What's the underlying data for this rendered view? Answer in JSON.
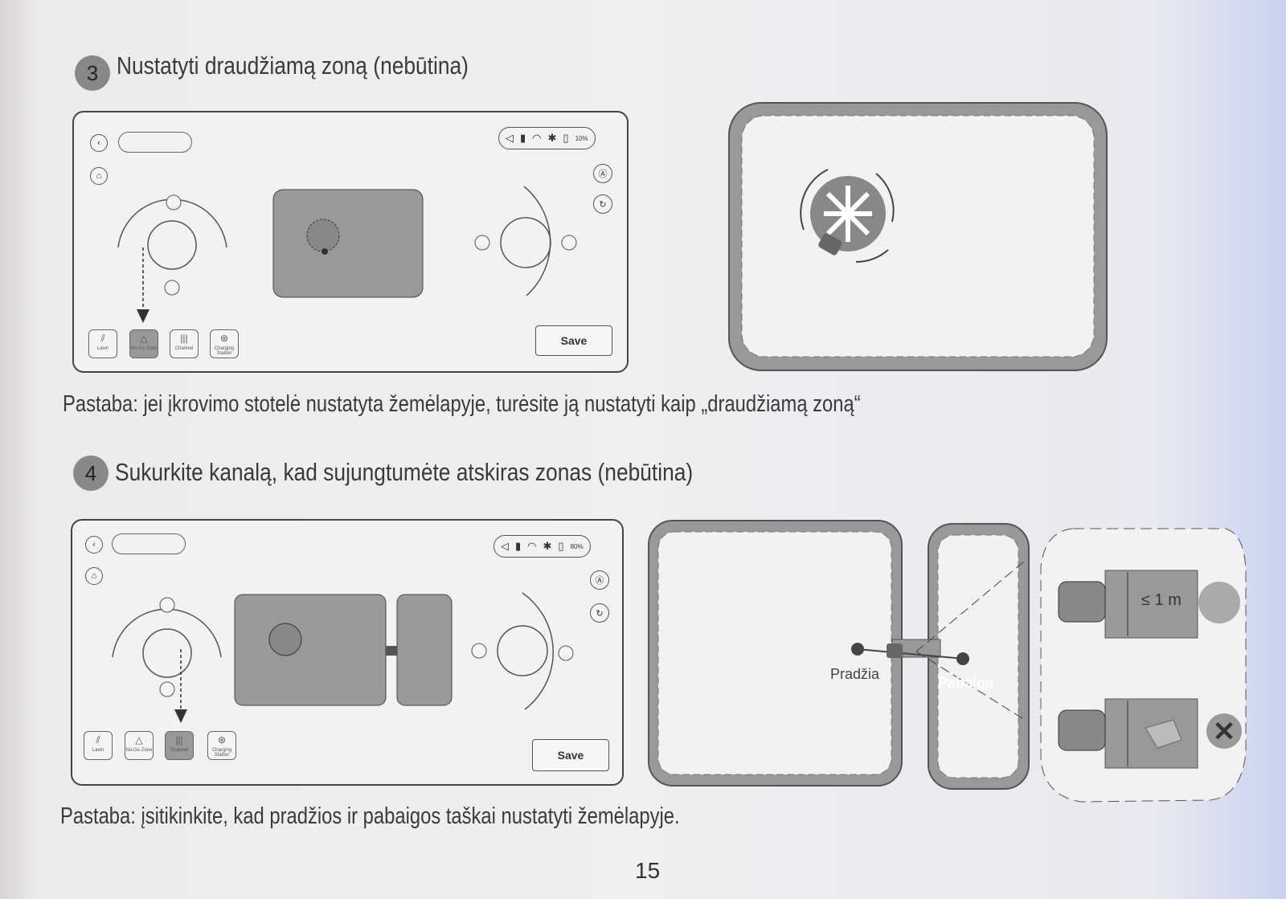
{
  "section3": {
    "number": "3",
    "title": "Nustatyti draudžiamą zoną (nebūtina)",
    "status": {
      "battery": "10%"
    },
    "tools": [
      {
        "label": "Lawn"
      },
      {
        "label": "No-Go Zone"
      },
      {
        "label": "Channel"
      },
      {
        "label": "Charging Station"
      }
    ],
    "active_tool": "No-Go Zone",
    "save_label": "Save",
    "note": "Pastaba: jei įkrovimo stotelė nustatyta žemėlapyje, turėsite ją nustatyti kaip „draudžiamą zoną“"
  },
  "section4": {
    "number": "4",
    "title": "Sukurkite kanalą, kad sujungtumėte atskiras zonas (nebūtina)",
    "status": {
      "battery": "80%"
    },
    "tools": [
      {
        "label": "Lawn"
      },
      {
        "label": "No-Go Zone"
      },
      {
        "label": "Channel"
      },
      {
        "label": "Charging Station"
      }
    ],
    "active_tool": "Channel",
    "save_label": "Save",
    "start_label": "Pradžia",
    "end_label": "Pabaiga",
    "width_label": "≤ 1 m",
    "note": "Pastaba: įsitikinkite, kad pradžios ir pabaigos taškai nustatyti žemėlapyje."
  },
  "page_number": "15"
}
